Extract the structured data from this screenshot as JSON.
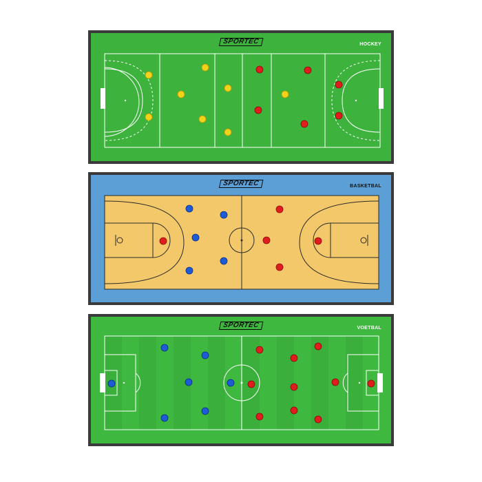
{
  "brand": "SPORTEC",
  "boards": [
    {
      "sport": "HOCKEY",
      "team_colors": {
        "left": "#f2d21a",
        "right": "#e01d1d"
      }
    },
    {
      "sport": "BASKETBAL",
      "team_colors": {
        "left": "#1e5bd6",
        "right": "#e01d1d"
      }
    },
    {
      "sport": "VOETBAL",
      "team_colors": {
        "left": "#1e5bd6",
        "right": "#e01d1d"
      }
    }
  ],
  "colors": {
    "board_frame": "#3a3a3a",
    "hockey_field": "#3db33d",
    "basket_border": "#5b9fd6",
    "basket_court": "#f3c86a",
    "football_field": "#3fb83f"
  }
}
